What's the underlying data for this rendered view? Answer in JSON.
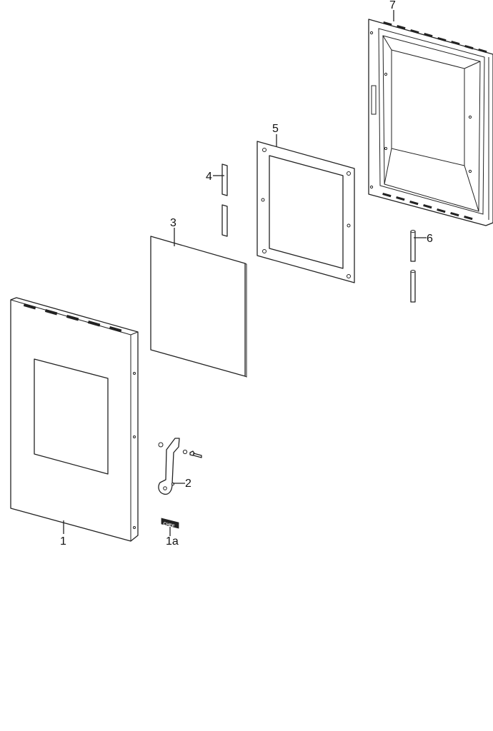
{
  "callouts": {
    "part_1": "1",
    "part_1a": "1a",
    "part_2": "2",
    "part_3": "3",
    "part_4": "4",
    "part_5": "5",
    "part_6": "6",
    "part_7": "7"
  },
  "badge": {
    "text": "CHEF"
  }
}
